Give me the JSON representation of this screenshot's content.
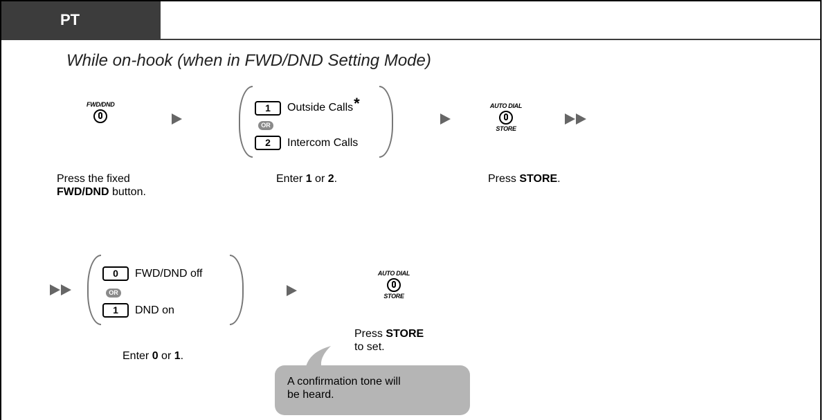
{
  "header": {
    "tab_label": "PT"
  },
  "mode_title": "While on-hook (when in FWD/DND Setting Mode)",
  "step1": {
    "button_label": "FWD/DND",
    "caption_line1": "Press the fixed",
    "caption_line2_bold": "FWD/DND",
    "caption_line2_rest": " button."
  },
  "step2": {
    "options": [
      {
        "key": "1",
        "label": "Outside Calls",
        "mark": "*"
      },
      {
        "key": "2",
        "label": "Intercom Calls"
      }
    ],
    "or_label": "OR",
    "caption": {
      "pre": "Enter ",
      "a": "1",
      "mid": " or ",
      "b": "2",
      "post": "."
    }
  },
  "step3": {
    "button_top_label": "AUTO DIAL",
    "button_bottom_label": "STORE",
    "caption": {
      "pre": "Press ",
      "bold": "STORE",
      "post": "."
    }
  },
  "step4": {
    "options": [
      {
        "key": "0",
        "label": "FWD/DND off"
      },
      {
        "key": "1",
        "label": "DND on"
      }
    ],
    "or_label": "OR",
    "caption": {
      "pre": "Enter ",
      "a": "0",
      "mid": " or ",
      "b": "1",
      "post": "."
    }
  },
  "step5": {
    "button_top_label": "AUTO DIAL",
    "button_bottom_label": "STORE",
    "caption_line1_pre": "Press ",
    "caption_line1_bold": "STORE",
    "caption_line2": "to set."
  },
  "bubble": {
    "line1": "A confirmation tone will",
    "line2": "be heard."
  },
  "colors": {
    "header_bg": "#3c3c3c",
    "arrow": "#666666",
    "bubble_bg": "#b5b5b5",
    "or_badge": "#8a8a8a"
  }
}
